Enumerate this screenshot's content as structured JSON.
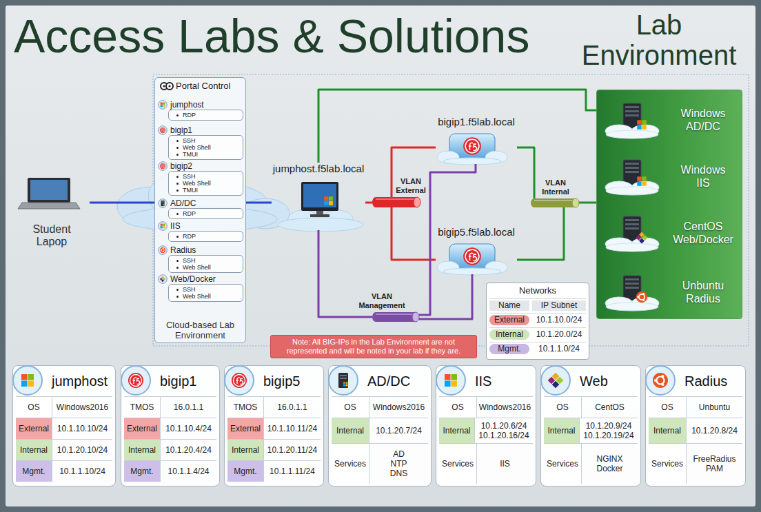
{
  "diagram": {
    "title": "Access Labs & Solutions",
    "nodes": [
      {
        "text": [
          "Student Lapop"
        ]
      },
      {
        "text": [
          "Portal Control",
          "Cloud-based Lab Environment"
        ]
      },
      {
        "text": [
          "jumphost",
          "RDP"
        ],
        "in": 1
      },
      {
        "text": [
          "bigip1",
          "SSH",
          "Web Shell",
          "TMUI"
        ],
        "in": 1
      },
      {
        "text": [
          "bigip2",
          "SSH",
          "Web Shell",
          "TMUI"
        ],
        "in": 1
      },
      {
        "text": [
          "AD/DC",
          "RDP"
        ],
        "in": 1
      },
      {
        "text": [
          "IIS",
          "RDP"
        ],
        "in": 1
      },
      {
        "text": [
          "Radius",
          "SSH",
          "Web Shell"
        ],
        "in": 1
      },
      {
        "text": [
          "Web/Docker",
          "SSH",
          "Web Shell"
        ],
        "in": 1
      },
      {
        "text": [
          "jumphost.f5lab.local"
        ]
      },
      {
        "text": [
          "bigip1.f5lab.local"
        ]
      },
      {
        "text": [
          "VLAN External"
        ]
      },
      {
        "text": [
          "bigip5.f5lab.local"
        ]
      },
      {
        "text": [
          "VLAN Internal"
        ]
      },
      {
        "text": [
          "VLAN Management"
        ]
      },
      {
        "text": []
      },
      {
        "text": [
          "Windows AD/DC"
        ],
        "in": 15
      },
      {
        "text": [
          "Windows IIS"
        ],
        "in": 15
      },
      {
        "text": [
          "CentOS Web/Docker"
        ],
        "in": 15
      },
      {
        "text": [
          "Unbuntu Radius"
        ],
        "in": 15
      },
      {
        "text": [
          "Networks",
          "Name",
          "IP Subnet",
          "External",
          "10.1.10.0/24",
          "Internal",
          "10.1.20.0/24",
          "Mgmt.",
          "10.1.1.0/24"
        ]
      },
      {
        "text": [
          "Note: All BIG-IPs in the Lab Environment are not represented and will be noted in your lab if they are."
        ]
      },
      {
        "text": [
          "jumphost",
          "OS",
          "Windows2016",
          "External",
          "10.1.10.10/24",
          "Internal",
          "10.1.20.10/24",
          "Mgmt.",
          "10.1.1.10/24"
        ]
      },
      {
        "text": [
          "bigip1",
          "TMOS",
          "16.0.1.1",
          "External",
          "10.1.10.4/24",
          "Internal",
          "10.1.20.4/24",
          "Mgmt.",
          "10.1.1.4/24"
        ]
      },
      {
        "text": [
          "bigip5",
          "TMOS",
          "16.0.1.1",
          "External",
          "10.1.10.11/24",
          "Internal",
          "10.1.20.11/24",
          "Mgmt.",
          "10.1.1.11/24"
        ]
      },
      {
        "text": [
          "AD/DC",
          "OS",
          "Windows2016",
          "Internal",
          "10.1.20.7/24",
          "Services",
          "AD NTP DNS"
        ]
      },
      {
        "text": [
          "IIS",
          "OS",
          "Windows2016",
          "Internal",
          "10.1.20.6/24 10.1.20.16/24",
          "Services",
          "IIS"
        ]
      },
      {
        "text": [
          "Web",
          "OS",
          "CentOS",
          "Internal",
          "10.1.20.9/24 10.1.20.19/24",
          "Services",
          "NGINX Docker"
        ]
      },
      {
        "text": [
          "Radius",
          "OS",
          "Unbuntu",
          "Internal",
          "10.1.20.8/24",
          "Services",
          "FreeRadius PAM"
        ]
      }
    ],
    "edges": [
      {
        "from": 0,
        "to": 1,
        "arrow": "none"
      },
      {
        "from": 1,
        "to": 9,
        "arrow": "none"
      },
      {
        "from": 9,
        "to": 11,
        "arrow": "none"
      },
      {
        "from": 11,
        "to": 10,
        "arrow": "none"
      },
      {
        "from": 11,
        "to": 12,
        "arrow": "none"
      },
      {
        "from": 9,
        "to": 15,
        "arrow": "none"
      },
      {
        "from": 10,
        "to": 13,
        "arrow": "none"
      },
      {
        "from": 12,
        "to": 13,
        "arrow": "none"
      },
      {
        "from": 13,
        "to": 15,
        "arrow": "none"
      },
      {
        "from": 9,
        "to": 14,
        "arrow": "none"
      },
      {
        "from": 14,
        "to": 10,
        "arrow": "none"
      },
      {
        "from": 14,
        "to": 12,
        "arrow": "none"
      }
    ],
    "labels": [
      "Lab Environment"
    ]
  }
}
